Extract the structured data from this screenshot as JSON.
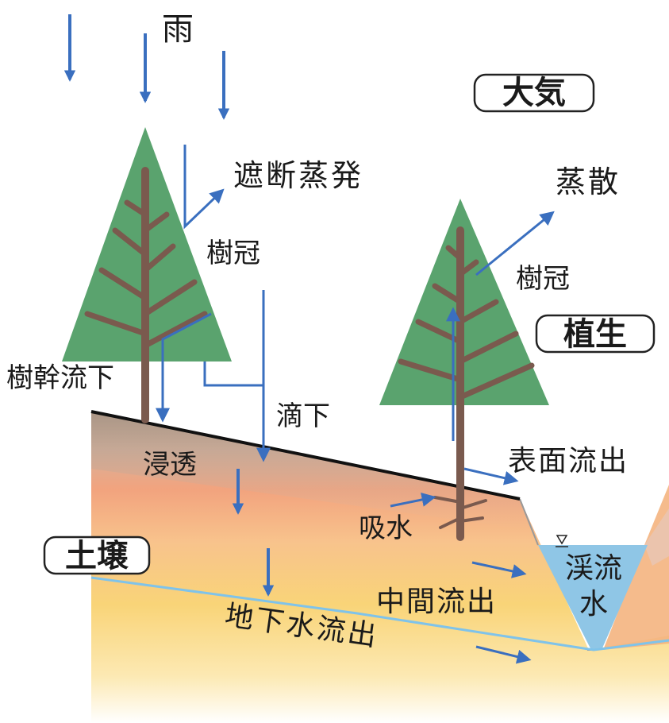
{
  "labels": {
    "rain": "雨",
    "atmosphere": "大気",
    "interception_evaporation": "遮断蒸発",
    "transpiration": "蒸散",
    "canopy_left": "樹冠",
    "canopy_right": "樹冠",
    "vegetation": "植生",
    "stemflow": "樹幹流下",
    "throughfall": "滴下",
    "infiltration": "浸透",
    "surface_runoff": "表面流出",
    "water_uptake": "吸水",
    "soil": "土壌",
    "stream_water": "渓流水",
    "interflow": "中間流出",
    "groundwater_runoff": "地下水流出"
  },
  "colors": {
    "arrow": "#3a6fbf",
    "tree_foliage": "#5aa36e",
    "tree_trunk": "#7a5a4e",
    "stream": "#8fc6e6",
    "groundwater_line": "#7fc3ea"
  }
}
